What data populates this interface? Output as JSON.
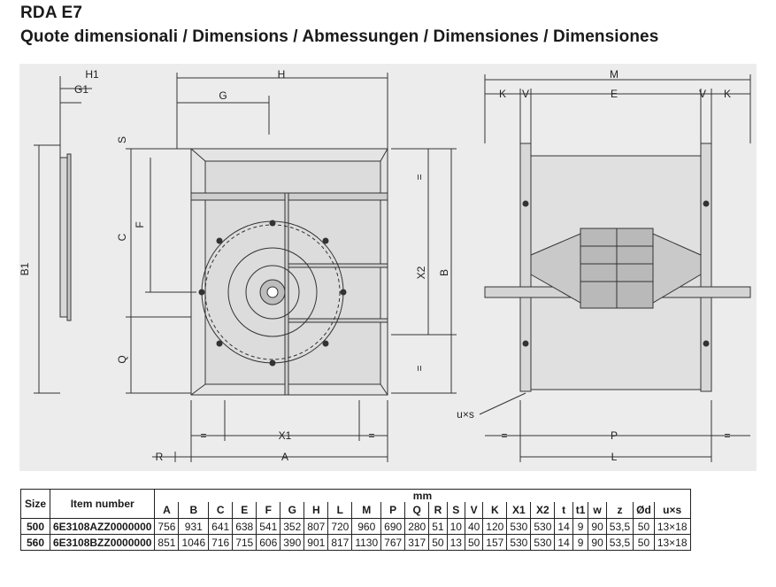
{
  "document": {
    "title": "RDA E7",
    "subtitle": "Quote dimensionali / Dimensions / Abmessungen / Dimensiones / Dimensiones"
  },
  "drawing_labels": {
    "side_view": [
      "H1",
      "G1",
      "B1"
    ],
    "front_view": [
      "H",
      "G",
      "S",
      "C",
      "F",
      "Q",
      "X2",
      "B",
      "=",
      "=",
      "=",
      "=",
      "X1",
      "A",
      "R"
    ],
    "end_view": [
      "M",
      "K",
      "V",
      "E",
      "V",
      "K",
      "u×s",
      "=",
      "P",
      "=",
      "L"
    ]
  },
  "table": {
    "header_size": "Size",
    "header_item": "Item number",
    "header_unit": "mm",
    "columns": [
      "A",
      "B",
      "C",
      "E",
      "F",
      "G",
      "H",
      "L",
      "M",
      "P",
      "Q",
      "R",
      "S",
      "V",
      "K",
      "X1",
      "X2",
      "t",
      "t1",
      "w",
      "z",
      "Ød",
      "u×s"
    ],
    "rows": [
      {
        "size": "500",
        "item": "6E3108AZZ0000000",
        "values": [
          "756",
          "931",
          "641",
          "638",
          "541",
          "352",
          "807",
          "720",
          "960",
          "690",
          "280",
          "51",
          "10",
          "40",
          "120",
          "530",
          "530",
          "14",
          "9",
          "90",
          "53,5",
          "50",
          "13×18"
        ]
      },
      {
        "size": "560",
        "item": "6E3108BZZ0000000",
        "values": [
          "851",
          "1046",
          "716",
          "715",
          "606",
          "390",
          "901",
          "817",
          "1130",
          "767",
          "317",
          "50",
          "13",
          "50",
          "157",
          "530",
          "530",
          "14",
          "9",
          "90",
          "53,5",
          "50",
          "13×18"
        ]
      }
    ]
  }
}
